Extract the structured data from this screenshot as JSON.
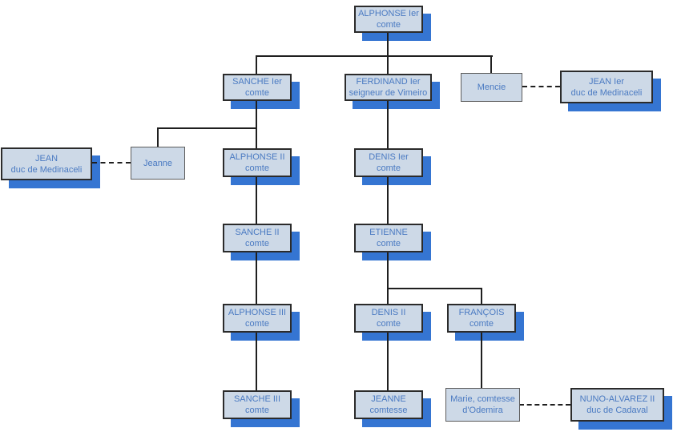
{
  "diagram": {
    "type": "family-tree",
    "language": "French"
  },
  "colors": {
    "node_fill": "#cdd9e7",
    "node_border": "#2b2b2b",
    "spouse_border": "#5c5c5c",
    "shadow_color": "#3575d2",
    "node_text": "#4a7ac2",
    "connector_color": "#1f1f1f",
    "background": "#ffffff"
  },
  "nodes": {
    "alphonse1": {
      "name": "ALPHONSE Ier",
      "title": "comte"
    },
    "sanche1": {
      "name": "SANCHE Ier",
      "title": "comte"
    },
    "ferdinand1": {
      "name": "FERDINAND Ier",
      "title": "seigneur de Vimeiro"
    },
    "mencie": {
      "name": "Mencie"
    },
    "jean1": {
      "name": "JEAN Ier",
      "title": "duc de Medinaceli"
    },
    "jean_medinaceli": {
      "name": "JEAN",
      "title": "duc de Medinaceli"
    },
    "jeanne_spouse": {
      "name": "Jeanne"
    },
    "alphonse2": {
      "name": "ALPHONSE II",
      "title": "comte"
    },
    "denis1": {
      "name": "DENIS Ier",
      "title": "comte"
    },
    "sanche2": {
      "name": "SANCHE II",
      "title": "comte"
    },
    "etienne": {
      "name": "ETIENNE",
      "title": "comte"
    },
    "alphonse3": {
      "name": "ALPHONSE III",
      "title": "comte"
    },
    "denis2": {
      "name": "DENIS II",
      "title": "comte"
    },
    "francois": {
      "name": "FRANÇOIS",
      "title": "comte"
    },
    "sanche3": {
      "name": "SANCHE III",
      "title": "comte"
    },
    "jeanne_comtesse": {
      "name": "JEANNE",
      "title": "comtesse"
    },
    "marie": {
      "name": "Marie, comtesse",
      "title": "d'Odemira"
    },
    "nuno": {
      "name": "NUNO-ALVAREZ II",
      "title": "duc de Cadaval"
    }
  },
  "edges": {
    "solid_parent_child": [
      [
        "ALPHONSE Ier",
        "SANCHE Ier"
      ],
      [
        "ALPHONSE Ier",
        "FERDINAND Ier"
      ],
      [
        "ALPHONSE Ier",
        "Mencie"
      ],
      [
        "SANCHE Ier",
        "Jeanne"
      ],
      [
        "SANCHE Ier",
        "ALPHONSE II"
      ],
      [
        "FERDINAND Ier",
        "DENIS Ier"
      ],
      [
        "ALPHONSE II",
        "SANCHE II"
      ],
      [
        "DENIS Ier",
        "ETIENNE"
      ],
      [
        "SANCHE II",
        "ALPHONSE III"
      ],
      [
        "ETIENNE",
        "DENIS II"
      ],
      [
        "ETIENNE",
        "FRANÇOIS"
      ],
      [
        "ALPHONSE III",
        "SANCHE III"
      ],
      [
        "DENIS II",
        "JEANNE"
      ],
      [
        "FRANÇOIS",
        "Marie, comtesse d'Odemira"
      ]
    ],
    "dashed_marriage": [
      [
        "Mencie",
        "JEAN Ier duc de Medinaceli"
      ],
      [
        "JEAN duc de Medinaceli",
        "Jeanne"
      ],
      [
        "Marie, comtesse d'Odemira",
        "NUNO-ALVAREZ II duc de Cadaval"
      ]
    ]
  }
}
